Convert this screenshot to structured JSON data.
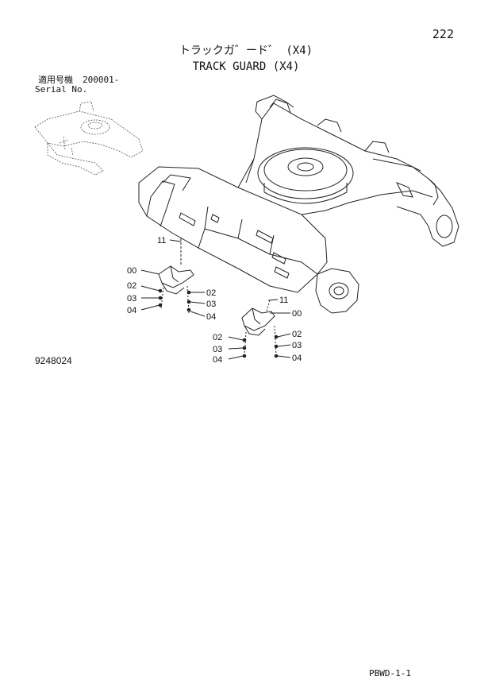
{
  "page_number": "222",
  "title_jp": "トラックガ゛ード゛ (X4)",
  "title_en": "TRACK GUARD (X4)",
  "serial": {
    "label_jp": "適用号機",
    "value": "200001-",
    "label_en": "Serial No."
  },
  "figure_number": "9248024",
  "footer_code": "PBWD-1-1",
  "callouts": {
    "left_guard": [
      "11",
      "00",
      "02",
      "03",
      "04",
      "02",
      "03",
      "04"
    ],
    "right_guard": [
      "11",
      "00",
      "02",
      "03",
      "04",
      "02",
      "03",
      "04"
    ]
  }
}
